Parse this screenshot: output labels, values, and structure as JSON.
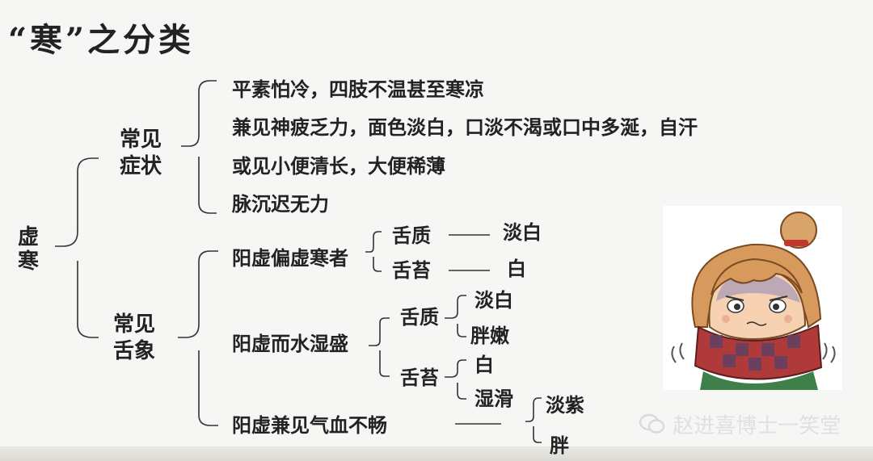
{
  "title": "“寒”之分类",
  "root": "虚寒",
  "symptoms": {
    "label": "常见症状",
    "items": [
      "平素怕冷，四肢不温甚至寒凉",
      "兼见神疲乏力，面色淡白，口淡不渴或口中多涎，自汗",
      "或见小便清长，大便稀薄",
      "脉沉迟无力"
    ]
  },
  "tongue": {
    "label": "常见舌象",
    "g1": {
      "label": "阳虚偏虚寒者",
      "quality_label": "舌质",
      "quality": "淡白",
      "coating_label": "舌苔",
      "coating": "白"
    },
    "g2": {
      "label": "阳虚而水湿盛",
      "quality_label": "舌质",
      "quality_items": [
        "淡白",
        "胖嫩"
      ],
      "coating_label": "舌苔",
      "coating_items": [
        "白",
        "湿滑"
      ]
    },
    "g3": {
      "label": "阳虚兼见气血不畅",
      "items": [
        "淡紫",
        "胖"
      ]
    }
  },
  "watermark": "赵进喜博士一笑堂"
}
